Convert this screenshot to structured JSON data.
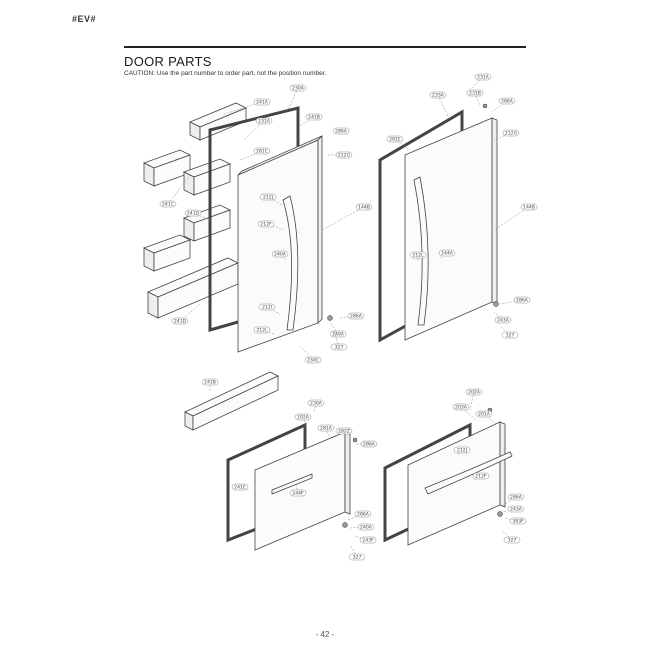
{
  "header": {
    "doc_code": "#EV#",
    "title": "DOOR PARTS",
    "caution": "CAUTION: Use the part number to order part, not the position number."
  },
  "footer": {
    "page_number": "- 42 -"
  },
  "callouts": {
    "upper_left": [
      "241A",
      "230A",
      "231A",
      "241B",
      "281C",
      "212G",
      "286A",
      "241C",
      "241D",
      "212J",
      "212F",
      "240A",
      "212I",
      "212L",
      "241D",
      "286A",
      "240A",
      "327",
      "230C",
      "144B"
    ],
    "upper_right": [
      "231A",
      "233A",
      "231B",
      "286A",
      "281E",
      "212G",
      "144B",
      "212L",
      "244A",
      "286A",
      "243A",
      "327"
    ],
    "lower_left": [
      "241B",
      "230A",
      "202A",
      "281A",
      "282Z",
      "286A",
      "241E",
      "244F",
      "286A",
      "240A",
      "243F",
      "327"
    ],
    "lower_right": [
      "202A",
      "203A",
      "201A",
      "212J",
      "212F",
      "286A",
      "243A",
      "383F",
      "327"
    ]
  }
}
